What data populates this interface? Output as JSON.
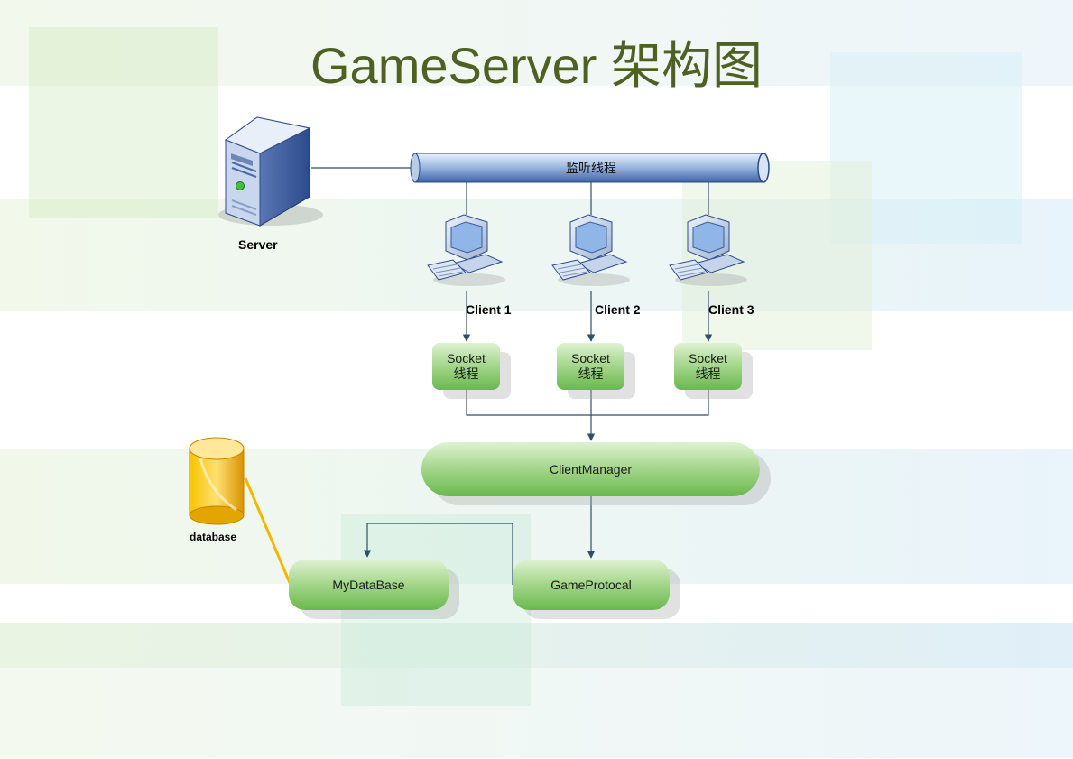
{
  "title": "GameServer 架构图",
  "server_label": "Server",
  "pipe_label": "监听线程",
  "clients": [
    {
      "label": "Client 1",
      "socket": [
        "Socket",
        "线程"
      ]
    },
    {
      "label": "Client 2",
      "socket": [
        "Socket",
        "线程"
      ]
    },
    {
      "label": "Client 3",
      "socket": [
        "Socket",
        "线程"
      ]
    }
  ],
  "client_manager": "ClientManager",
  "mydatabase": "MyDataBase",
  "gameprotocol": "GameProtocal",
  "database_label": "database",
  "colors": {
    "title": "#4e6123",
    "node_green": "#6ab84e",
    "db_yellow": "#f0b400",
    "line": "#2f4f66"
  },
  "icons": [
    "server-tower-icon",
    "desktop-computer-icon",
    "database-cylinder-icon"
  ]
}
